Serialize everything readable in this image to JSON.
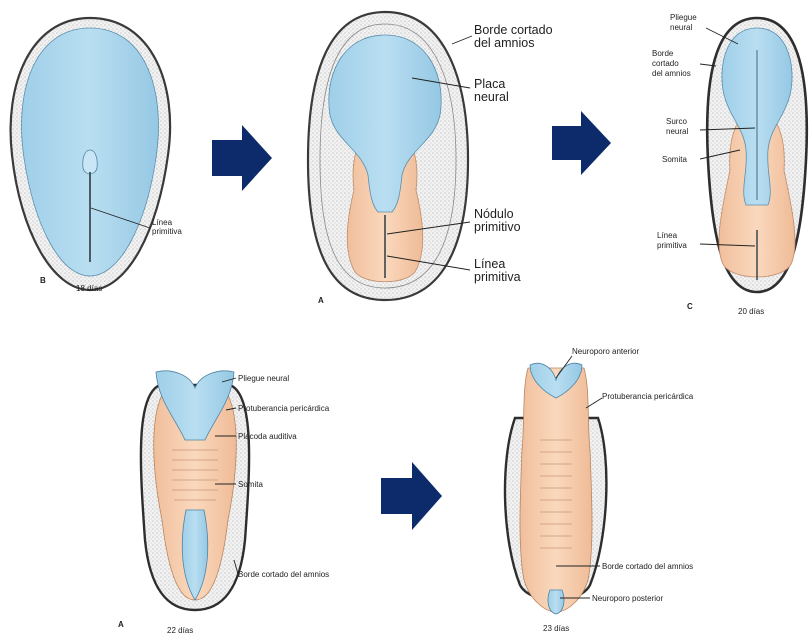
{
  "colors": {
    "amnion_dots": "#e9e9e9",
    "amnion_rim": "#3a3a3a",
    "neural_plate": "#a9d6ee",
    "ectoderm_peach": "#f8cfb0",
    "arrow": "#0d2b6b"
  },
  "panels": {
    "p1": {
      "letter": "B",
      "age": "18 días",
      "labels": {
        "linea": "Línea\nprimitiva"
      }
    },
    "p2": {
      "letter": "A",
      "labels": {
        "borde": "Borde cortado\ndel amnios",
        "placa": "Placa\nneural",
        "nodulo": "Nódulo\nprimitivo",
        "linea": "Línea\nprimitiva"
      }
    },
    "p3": {
      "letter": "C",
      "age": "20 días",
      "labels": {
        "pliegue": "Pliegue\nneural",
        "borde": "Borde\ncortado\ndel amnios",
        "surco": "Surco\nneural",
        "somita": "Somita",
        "linea": "Línea\nprimitiva"
      }
    },
    "p4": {
      "letter": "A",
      "age": "22 días",
      "labels": {
        "pliegue": "Pliegue neural",
        "protuberancia": "Protuberancia pericárdica",
        "placoda": "Placoda auditiva",
        "somita": "Somita",
        "borde": "Borde cortado del amnios"
      }
    },
    "p5": {
      "age": "23 días",
      "labels": {
        "anterior": "Neuroporo anterior",
        "protuberancia": "Protuberancia pericárdica",
        "borde": "Borde cortado del amnios",
        "posterior": "Neuroporo posterior"
      }
    }
  },
  "arrows": [
    {
      "name": "arrow-1-to-2"
    },
    {
      "name": "arrow-2-to-3"
    },
    {
      "name": "arrow-4-to-5"
    }
  ]
}
